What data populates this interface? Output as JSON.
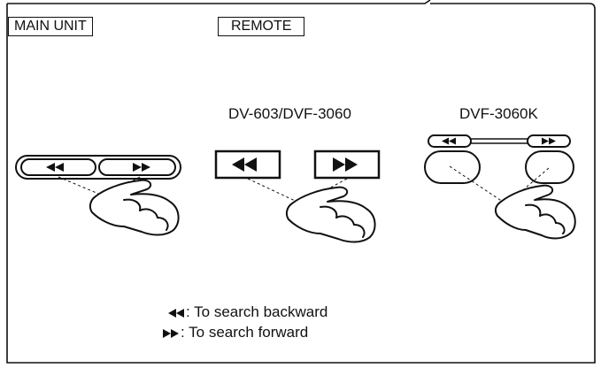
{
  "labels": {
    "main_unit": "MAIN UNIT",
    "remote": "REMOTE"
  },
  "models": {
    "standard": "DV-603/DVF-3060",
    "k_model": "DVF-3060K"
  },
  "legend": {
    "backward": ": To search backward",
    "forward": ": To search forward"
  },
  "icons": {
    "rewind": "rewind-icon",
    "fast_forward": "fast-forward-icon",
    "hand": "pointing-hand-icon"
  },
  "colors": {
    "ink": "#111111",
    "background": "#ffffff"
  }
}
